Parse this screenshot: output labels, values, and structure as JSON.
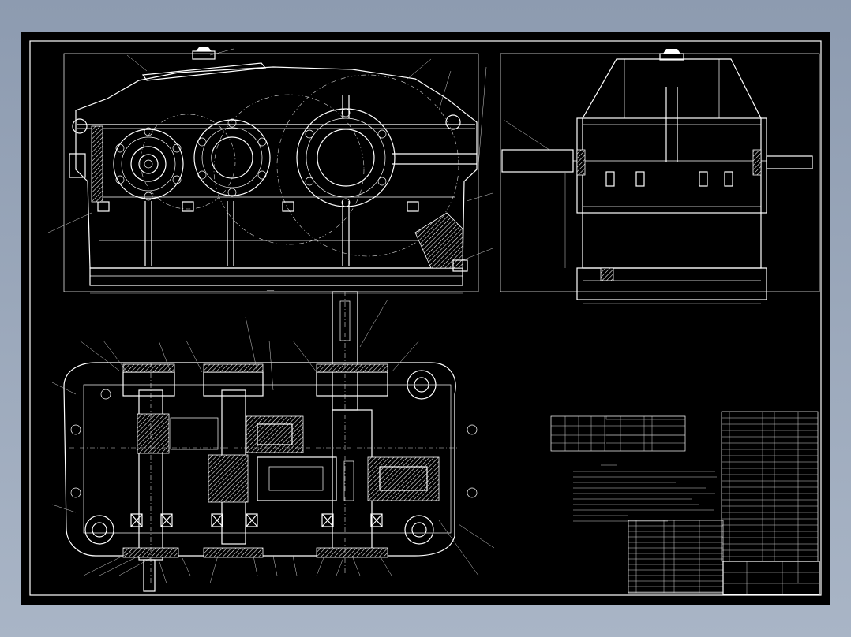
{
  "drawing": {
    "type": "gearbox-assembly",
    "colors": {
      "background": "#000000",
      "lines": "#ffffff",
      "hatch": "#ffffff",
      "desktop": "#95a3b8"
    },
    "views": [
      "front-view",
      "side-view",
      "top-section-view"
    ],
    "tables": [
      "meshing-table",
      "technical-requirements",
      "parts-list",
      "title-block"
    ]
  }
}
